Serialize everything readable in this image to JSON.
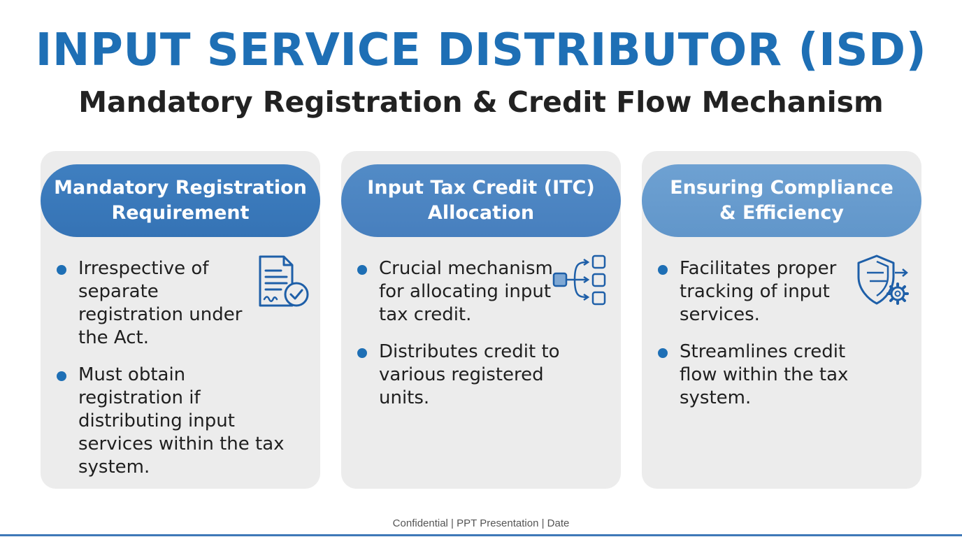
{
  "slide": {
    "title": "INPUT SERVICE DISTRIBUTOR (ISD)",
    "subtitle": "Mandatory Registration & Credit Flow Mechanism",
    "footer": "Confidential | PPT Presentation | Date"
  },
  "cards": [
    {
      "heading_line1": "Mandatory Registration",
      "heading_line2": "Requirement",
      "icon": "document-check-icon",
      "bullets": [
        "Irrespective of separate registration under the Act.",
        "Must obtain registration if distributing input services within the tax system."
      ]
    },
    {
      "heading_line1": "Input Tax Credit (ITC)",
      "heading_line2": "Allocation",
      "icon": "distribution-flow-icon",
      "bullets": [
        "Crucial mechanism for allocating input tax credit.",
        "Distributes credit to various registered units."
      ]
    },
    {
      "heading_line1": "Ensuring Compliance",
      "heading_line2": "& Efficiency",
      "icon": "shield-gear-icon",
      "bullets": [
        "Facilitates proper tracking of input services.",
        "Streamlines credit flow within the tax system."
      ]
    }
  ],
  "colors": {
    "accent": "#1e6fb5",
    "card_background": "#ececec",
    "pill_1": "#3a79ba",
    "pill_2": "#4d85c2",
    "pill_3": "#679cce"
  }
}
